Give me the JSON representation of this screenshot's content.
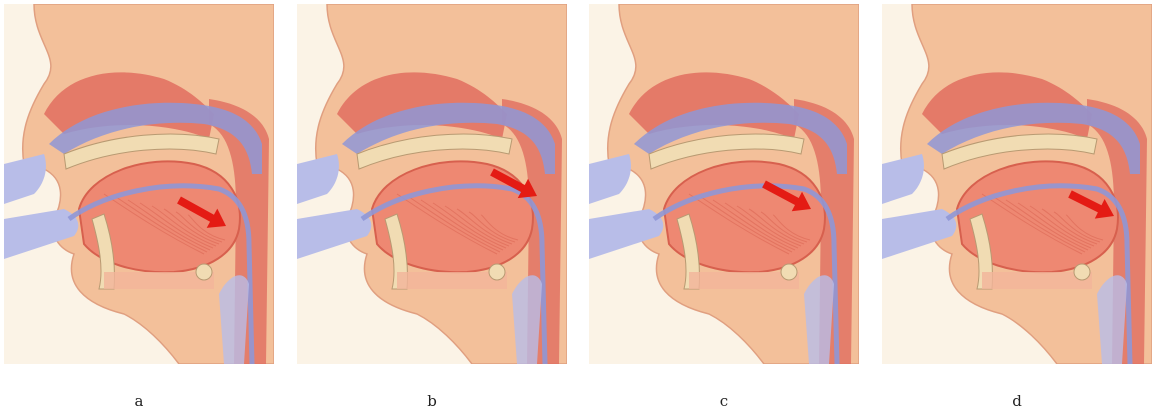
{
  "panels": [
    {
      "label": "a",
      "variant": "a"
    },
    {
      "label": "b",
      "variant": "b"
    },
    {
      "label": "c",
      "variant": "c"
    },
    {
      "label": "d",
      "variant": "d"
    }
  ],
  "colors": {
    "background": "#fbf3e6",
    "skin": "#f3c09a",
    "skin_edge": "#e09f80",
    "tissue": "#f2b49a",
    "nose_red": "#e06d5f",
    "tongue": "#ee8872",
    "tongue_dark": "#d7604e",
    "airway_blue": "#8f97d6",
    "airway_light": "#b8bde8",
    "bone": "#f1dcb3",
    "bone_dot": "#b89a72",
    "arrow": "#e41b14"
  }
}
